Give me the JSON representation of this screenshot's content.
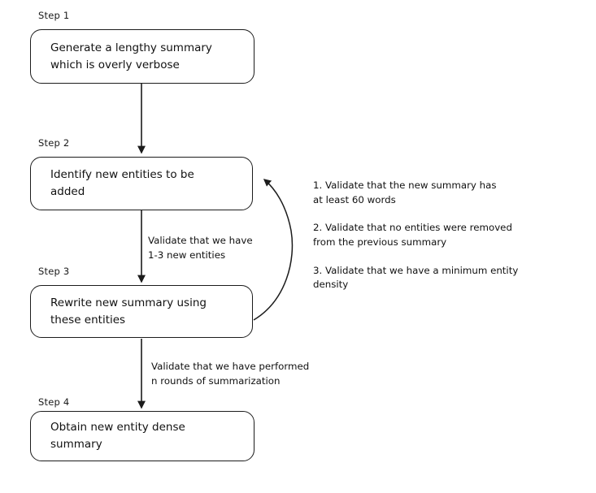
{
  "diagram": {
    "title": "Chain of Density summarization flowchart",
    "background_color": "#ffffff",
    "stroke_color": "#1c1c1c",
    "text_color": "#111111"
  },
  "steps": [
    {
      "label": "Step 1",
      "text": "Generate a lengthy summary\nwhich is overly verbose"
    },
    {
      "label": "Step 2",
      "text": "Identify new entities to be\nadded"
    },
    {
      "label": "Step 3",
      "text": "Rewrite new summary using\nthese entities"
    },
    {
      "label": "Step 4",
      "text": "Obtain new entity dense\nsummary"
    }
  ],
  "edge_labels": [
    {
      "id": "edge-step2-step3",
      "text": "Validate that we have\n1-3 new entities"
    },
    {
      "id": "edge-step3-step4",
      "text": "Validate that we have performed\nn rounds of summarization"
    }
  ],
  "validation_list": [
    "1. Validate that the new summary has\nat least 60 words",
    "2. Validate that no entities were removed\nfrom the previous summary",
    "3. Validate that we have a minimum entity\ndensity"
  ]
}
